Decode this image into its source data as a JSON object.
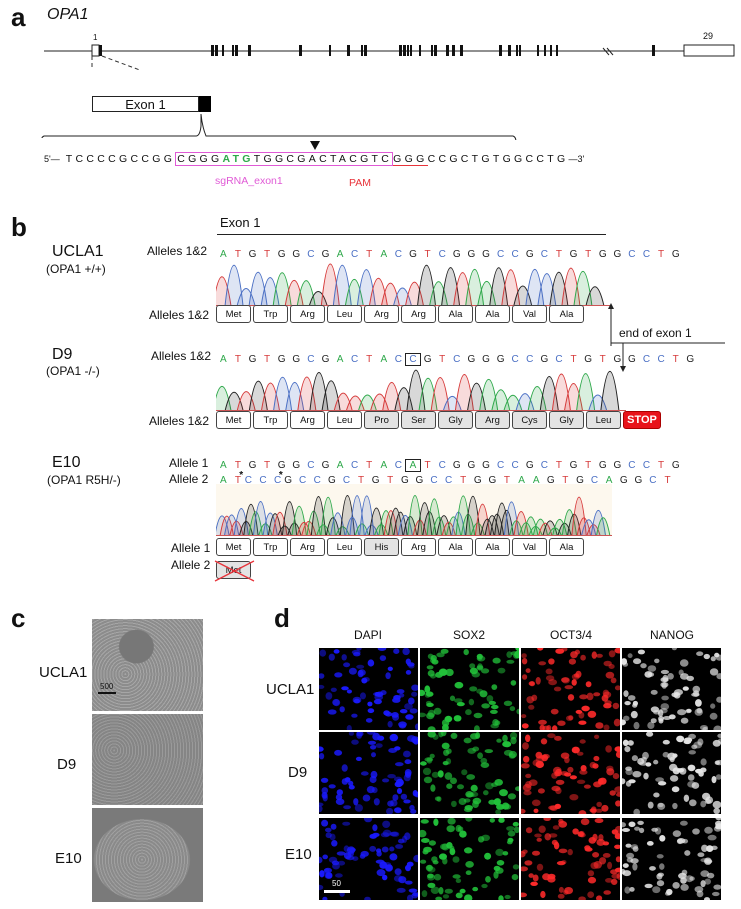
{
  "panel_a": {
    "letter": "a",
    "gene": "OPA1",
    "exon_first_label": "1",
    "exon_last_label": "29",
    "exon_zoom_label": "Exon 1",
    "seq_5prime": "5'—",
    "seq_3prime": "—3'",
    "seq_before": "TCCCCGCCGG",
    "sgrna_pre": "CGGG",
    "sgrna_atg": "ATG",
    "sgrna_post": "TGGCGACTACGTC",
    "pam_seq": "GGG",
    "seq_after": "CCGCTGTGGCCTG",
    "sgrna_label": "sgRNA_exon1",
    "pam_label": "PAM",
    "colors": {
      "sgrna": "#e05ad6",
      "atg": "#2ea84a",
      "pam": "#e8333a"
    }
  },
  "panel_b": {
    "letter": "b",
    "exon_label": "Exon 1",
    "end_of_exon_label": "end of exon 1",
    "samples": [
      {
        "name": "UCLA1",
        "genotype": "(OPA1 +/+)",
        "seq_rows": [
          {
            "label": "Alleles 1&2",
            "seq": "ATGTGGCGACTACGTCGGGCCGCTGTGGCCTG"
          }
        ],
        "aa_rows": [
          {
            "label": "Alleles 1&2",
            "aas": [
              "Met",
              "Trp",
              "Arg",
              "Leu",
              "Arg",
              "Arg",
              "Ala",
              "Ala",
              "Val",
              "Ala"
            ]
          }
        ]
      },
      {
        "name": "D9",
        "genotype": "(OPA1 -/-)",
        "seq_rows": [
          {
            "label": "Alleles 1&2",
            "seq": "ATGTGGCGACTACCGTCGGGCCGCTGTGGCCTG",
            "boxed_index": 13
          }
        ],
        "aa_rows": [
          {
            "label": "Alleles 1&2",
            "aas": [
              "Met",
              "Trp",
              "Arg",
              "Leu",
              "Pro",
              "Ser",
              "Gly",
              "Arg",
              "Cys",
              "Gly",
              "Leu"
            ],
            "stop": "STOP"
          }
        ]
      },
      {
        "name": "E10",
        "genotype": "(OPA1 R5H/-)",
        "seq_rows": [
          {
            "label": "Allele 1",
            "seq": "ATGTGGCGACTACATCGGGCCGCTGTGGCCTG",
            "boxed_index": 13
          },
          {
            "label": "Allele 2",
            "seq": "AT*CCC*GCCGCTGTGGCCTGGTAAGTGCAGGCT"
          }
        ],
        "aa_rows": [
          {
            "label": "Allele 1",
            "aas": [
              "Met",
              "Trp",
              "Arg",
              "Leu",
              "His",
              "Arg",
              "Ala",
              "Ala",
              "Val",
              "Ala"
            ]
          },
          {
            "label": "Allele 2",
            "aas": [
              "Met"
            ],
            "crossed": true
          }
        ]
      }
    ]
  },
  "panel_c": {
    "letter": "c",
    "rows": [
      "UCLA1",
      "D9",
      "E10"
    ],
    "scale_bar": "500"
  },
  "panel_d": {
    "letter": "d",
    "columns": [
      "DAPI",
      "SOX2",
      "OCT3/4",
      "NANOG"
    ],
    "rows": [
      "UCLA1",
      "D9",
      "E10"
    ],
    "scale_bar": "50",
    "channel_colors": [
      "#1a1aff",
      "#22c23a",
      "#ff2a2a",
      "#e6e6e6"
    ]
  }
}
